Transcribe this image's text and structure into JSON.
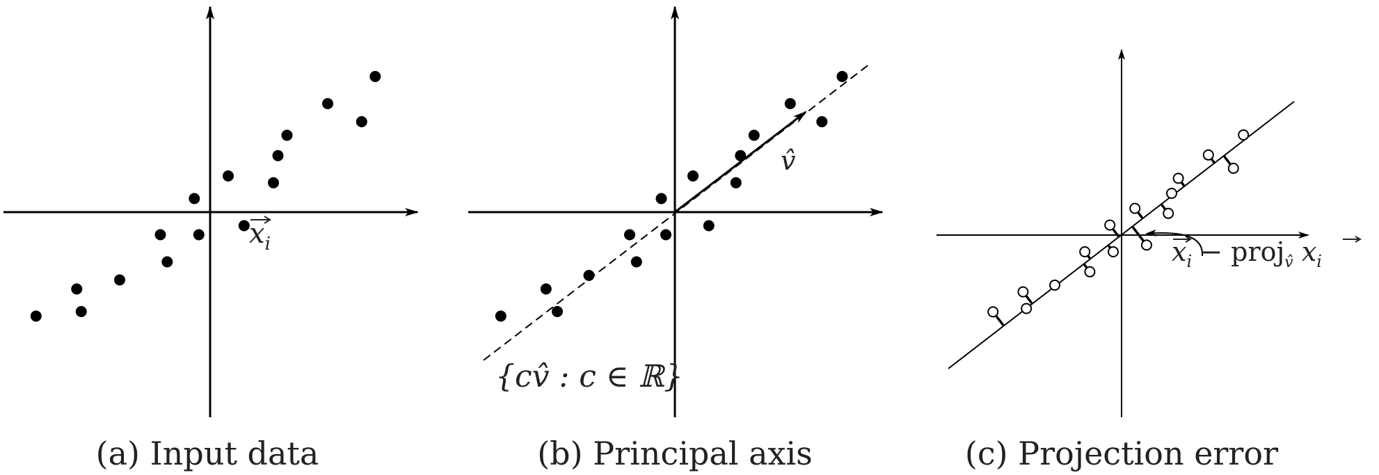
{
  "panels": [
    {
      "caption": "(a) Input data",
      "point_label_var": "x",
      "point_label_sub": "i",
      "points": [
        [
          -3.85,
          -2.3
        ],
        [
          -2.95,
          -1.7
        ],
        [
          -2.85,
          -2.2
        ],
        [
          -2.0,
          -1.5
        ],
        [
          -1.1,
          -0.5
        ],
        [
          -0.95,
          -1.1
        ],
        [
          -0.35,
          0.3
        ],
        [
          -0.25,
          -0.5
        ],
        [
          0.4,
          0.8
        ],
        [
          0.75,
          -0.3
        ],
        [
          1.4,
          0.65
        ],
        [
          1.5,
          1.25
        ],
        [
          1.7,
          1.7
        ],
        [
          2.6,
          2.4
        ],
        [
          3.35,
          2.0
        ],
        [
          3.65,
          3.0
        ]
      ]
    },
    {
      "caption": "(b) Principal axis",
      "direction_label": "v̂",
      "line_label": "{cv̂ : c ∈ ℝ}",
      "points": [
        [
          -3.85,
          -2.3
        ],
        [
          -2.85,
          -1.7
        ],
        [
          -2.6,
          -2.2
        ],
        [
          -1.9,
          -1.4
        ],
        [
          -1.0,
          -0.5
        ],
        [
          -0.85,
          -1.1
        ],
        [
          -0.3,
          0.3
        ],
        [
          -0.2,
          -0.5
        ],
        [
          0.4,
          0.8
        ],
        [
          0.75,
          -0.3
        ],
        [
          1.35,
          0.65
        ],
        [
          1.45,
          1.25
        ],
        [
          1.75,
          1.7
        ],
        [
          2.55,
          2.4
        ],
        [
          3.25,
          2.0
        ],
        [
          3.7,
          3.0
        ]
      ]
    },
    {
      "caption": "(c) Projection error",
      "error_label_var": "x",
      "error_label_sub": "i",
      "error_label_op": "proj",
      "error_label_op_sub": "v̂",
      "points": [
        [
          -3.85,
          -2.3
        ],
        [
          -2.95,
          -1.7
        ],
        [
          -2.85,
          -2.2
        ],
        [
          -2.0,
          -1.5
        ],
        [
          -1.1,
          -0.5
        ],
        [
          -0.95,
          -1.1
        ],
        [
          -0.35,
          0.3
        ],
        [
          -0.25,
          -0.5
        ],
        [
          0.4,
          0.8
        ],
        [
          0.75,
          -0.3
        ],
        [
          1.4,
          0.65
        ],
        [
          1.5,
          1.25
        ],
        [
          1.7,
          1.7
        ],
        [
          2.6,
          2.4
        ],
        [
          3.35,
          2.0
        ],
        [
          3.65,
          3.0
        ]
      ]
    }
  ]
}
